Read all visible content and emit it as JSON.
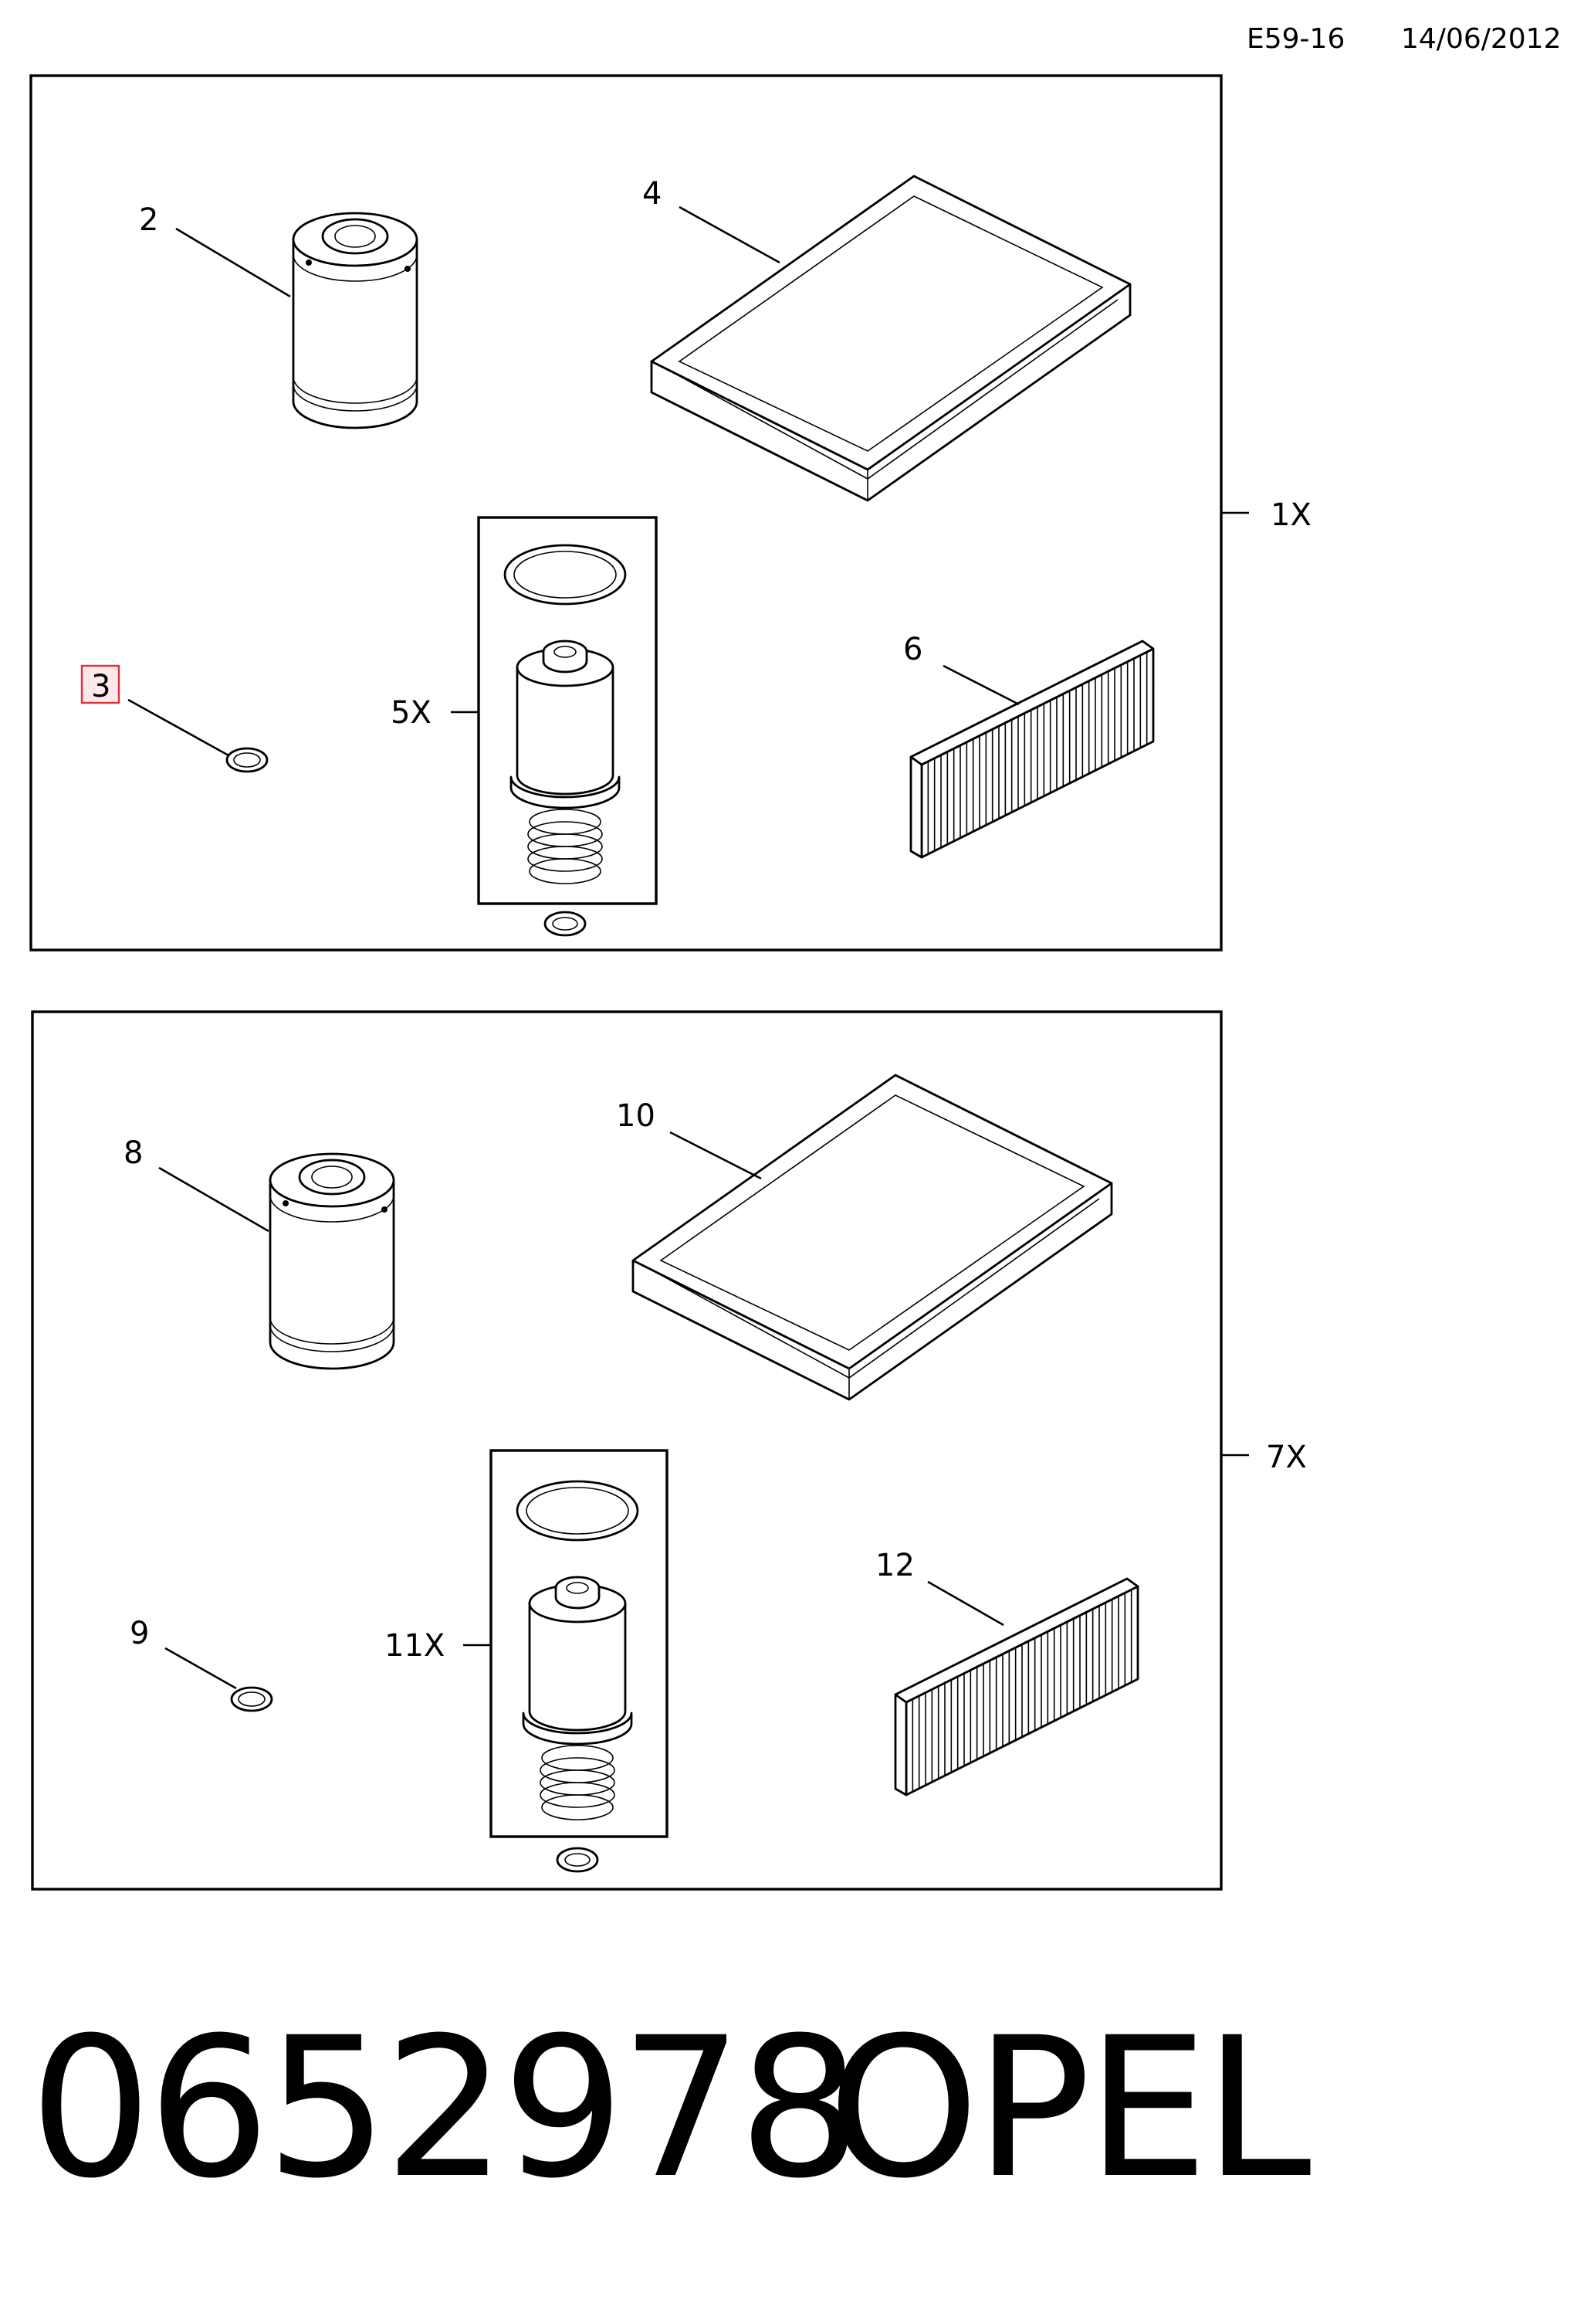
{
  "header": {
    "code": "E59-16",
    "date": "14/06/2012"
  },
  "kit1": {
    "quantity_label": "1X",
    "labels": {
      "oil_filter": "2",
      "gasket": "3",
      "air_filter": "4",
      "fuel_filter_kit": "5X",
      "cabin_filter": "6"
    }
  },
  "kit2": {
    "quantity_label": "7X",
    "labels": {
      "oil_filter": "8",
      "gasket": "9",
      "air_filter": "10",
      "fuel_filter_kit": "11X",
      "cabin_filter": "12"
    }
  },
  "footer": {
    "part_number": "0652978",
    "brand": "OPEL"
  },
  "colors": {
    "highlight_border": "#e0303a",
    "highlight_fill": "#fde8ea"
  }
}
